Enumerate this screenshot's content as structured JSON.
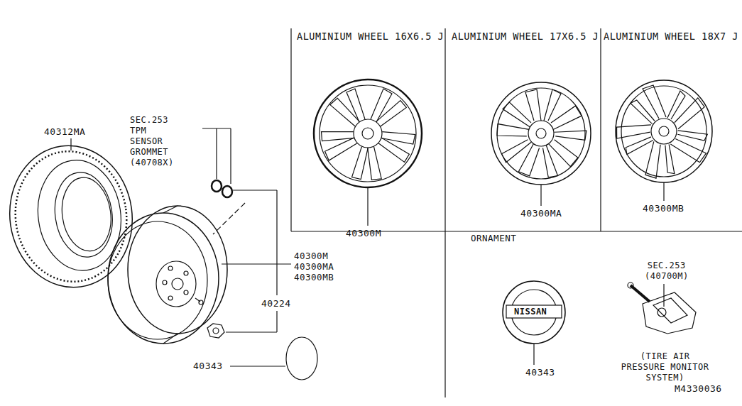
{
  "diagram": {
    "labels": [
      "ALUMINIUM WHEEL 16X6.5 J",
      "ALUMINIUM WHEEL 17X6.5 J",
      "ALUMINIUM WHEEL 18X7 J",
      "40312MA",
      "SEC.253 TPM SENSOR GROMMET (40708X)",
      "40300M",
      "40300MA",
      "40300MB",
      "ORNAMENT",
      "40300M",
      "40300MA",
      "40300MB",
      "40224",
      "40343",
      "NISSAN",
      "40343",
      "SEC.253 (40700M)",
      "(TIRE AIR PRESSURE MONITOR SYSTEM)",
      "M4330036"
    ]
  }
}
